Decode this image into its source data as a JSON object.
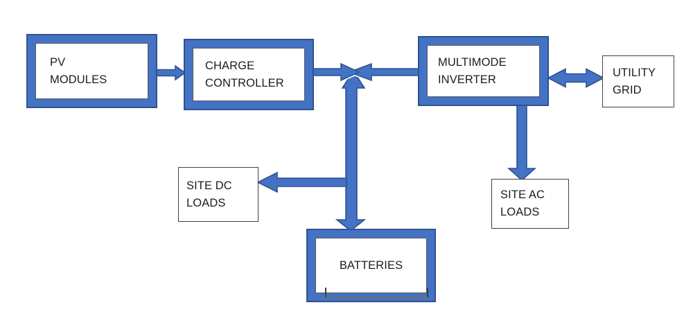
{
  "diagram": {
    "kind": "block-diagram",
    "background": "#ffffff",
    "colors": {
      "arrow_fill": "#4472C4",
      "arrow_outline": "#2F528F",
      "frame_fill": "#4472C4",
      "frame_outline": "#2F528F",
      "plain_box_border": "#404040",
      "inner_box_border": "#595959",
      "text": "#1c1c1c"
    },
    "nodes": {
      "pv_modules": {
        "label": "PV MODULES",
        "lines": [
          "PV",
          "MODULES"
        ],
        "style": "framed"
      },
      "charge_controller": {
        "label": "CHARGE CONTROLLER",
        "lines": [
          "CHARGE",
          "CONTROLLER"
        ],
        "style": "framed"
      },
      "multimode_inverter": {
        "label": "MULTIMODE INVERTER",
        "lines": [
          "MULTIMODE",
          "INVERTER"
        ],
        "style": "framed"
      },
      "utility_grid": {
        "label": "UTILITY GRID",
        "lines": [
          "UTILITY",
          "GRID"
        ],
        "style": "plain"
      },
      "site_dc_loads": {
        "label": "SITE DC LOADS",
        "lines": [
          "SITE DC",
          "LOADS"
        ],
        "style": "plain"
      },
      "site_ac_loads": {
        "label": "SITE AC LOADS",
        "lines": [
          "SITE AC",
          "LOADS"
        ],
        "style": "plain"
      },
      "batteries": {
        "label": "BATTERIES",
        "lines": [
          "BATTERIES"
        ],
        "style": "framed"
      }
    },
    "connections": [
      {
        "from": "pv_modules",
        "to": "charge_controller",
        "arrow": "single",
        "direction": "right"
      },
      {
        "from": "charge_controller",
        "to": "dc_junction",
        "arrow": "single",
        "direction": "right"
      },
      {
        "from": "multimode_inverter",
        "to": "dc_junction",
        "arrow": "single",
        "direction": "left"
      },
      {
        "from": "dc_junction",
        "to": "batteries",
        "arrow": "double",
        "direction": "vertical"
      },
      {
        "from": "dc_junction",
        "to": "site_dc_loads",
        "arrow": "single",
        "direction": "left"
      },
      {
        "from": "multimode_inverter",
        "to": "utility_grid",
        "arrow": "double",
        "direction": "horizontal"
      },
      {
        "from": "multimode_inverter",
        "to": "site_ac_loads",
        "arrow": "single",
        "direction": "down"
      }
    ]
  }
}
